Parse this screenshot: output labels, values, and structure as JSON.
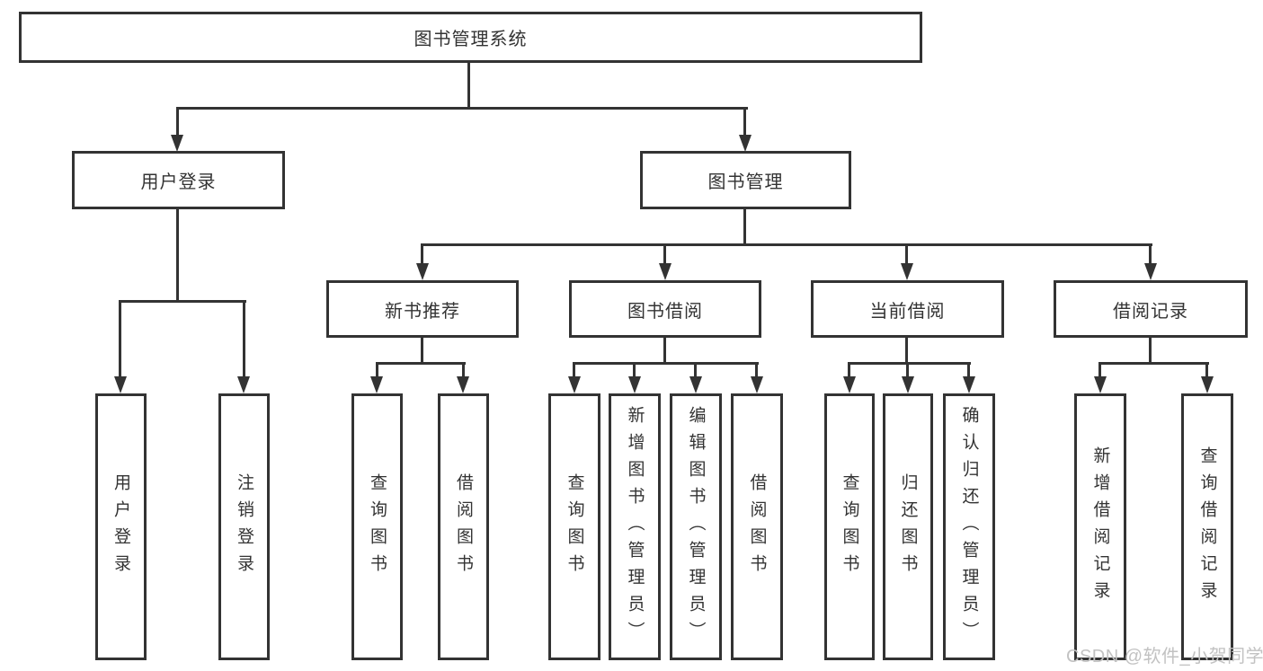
{
  "diagram_type": "hierarchy-tree",
  "root_label": "图书管理系统",
  "user_branch": {
    "label": "用户登录",
    "children": [
      "用户登录",
      "注销登录"
    ]
  },
  "book_branch": {
    "label": "图书管理",
    "modules": [
      {
        "label": "新书推荐",
        "children": [
          "查询图书",
          "借阅图书"
        ]
      },
      {
        "label": "图书借阅",
        "children": [
          "查询图书",
          "新增图书（管理员）",
          "编辑图书（管理员）",
          "借阅图书"
        ]
      },
      {
        "label": "当前借阅",
        "children": [
          "查询图书",
          "归还图书",
          "确认归还（管理员）"
        ]
      },
      {
        "label": "借阅记录",
        "children": [
          "新增借阅记录",
          "查询借阅记录"
        ]
      }
    ]
  },
  "watermark": {
    "text": "CSDN @软件_小贺同学",
    "color": "#c2c2c2"
  },
  "colors": {
    "box_border": "#333333",
    "connector": "#333333",
    "background": "#ffffff"
  }
}
